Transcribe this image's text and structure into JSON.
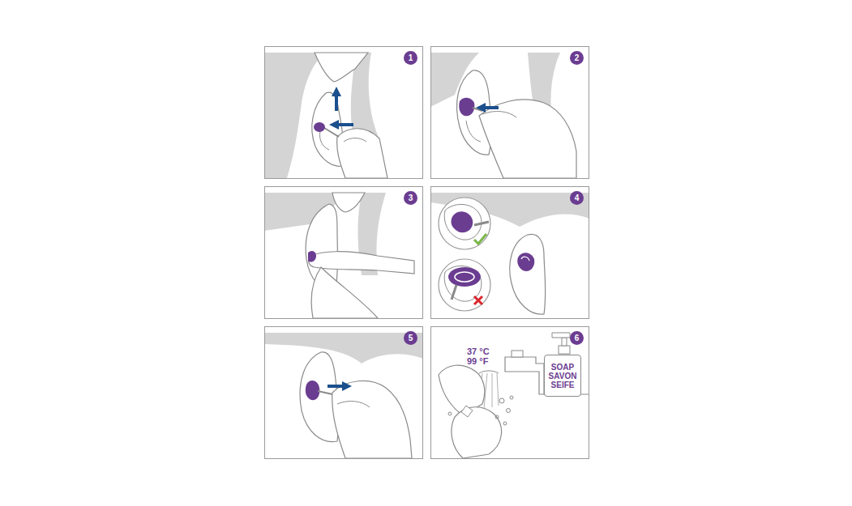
{
  "diagram": {
    "nodes": [
      {
        "text": [
          "1"
        ]
      },
      {
        "text": [
          "2"
        ]
      },
      {
        "text": [
          "3"
        ]
      },
      {
        "text": [
          "4"
        ]
      },
      {
        "text": [
          "5"
        ]
      },
      {
        "text": [
          "6"
        ]
      },
      {
        "text": [
          "SOAP",
          "SAVON",
          "SEIFE"
        ],
        "in": 5
      }
    ],
    "labels": [
      "37 °C",
      "99 °F"
    ]
  }
}
